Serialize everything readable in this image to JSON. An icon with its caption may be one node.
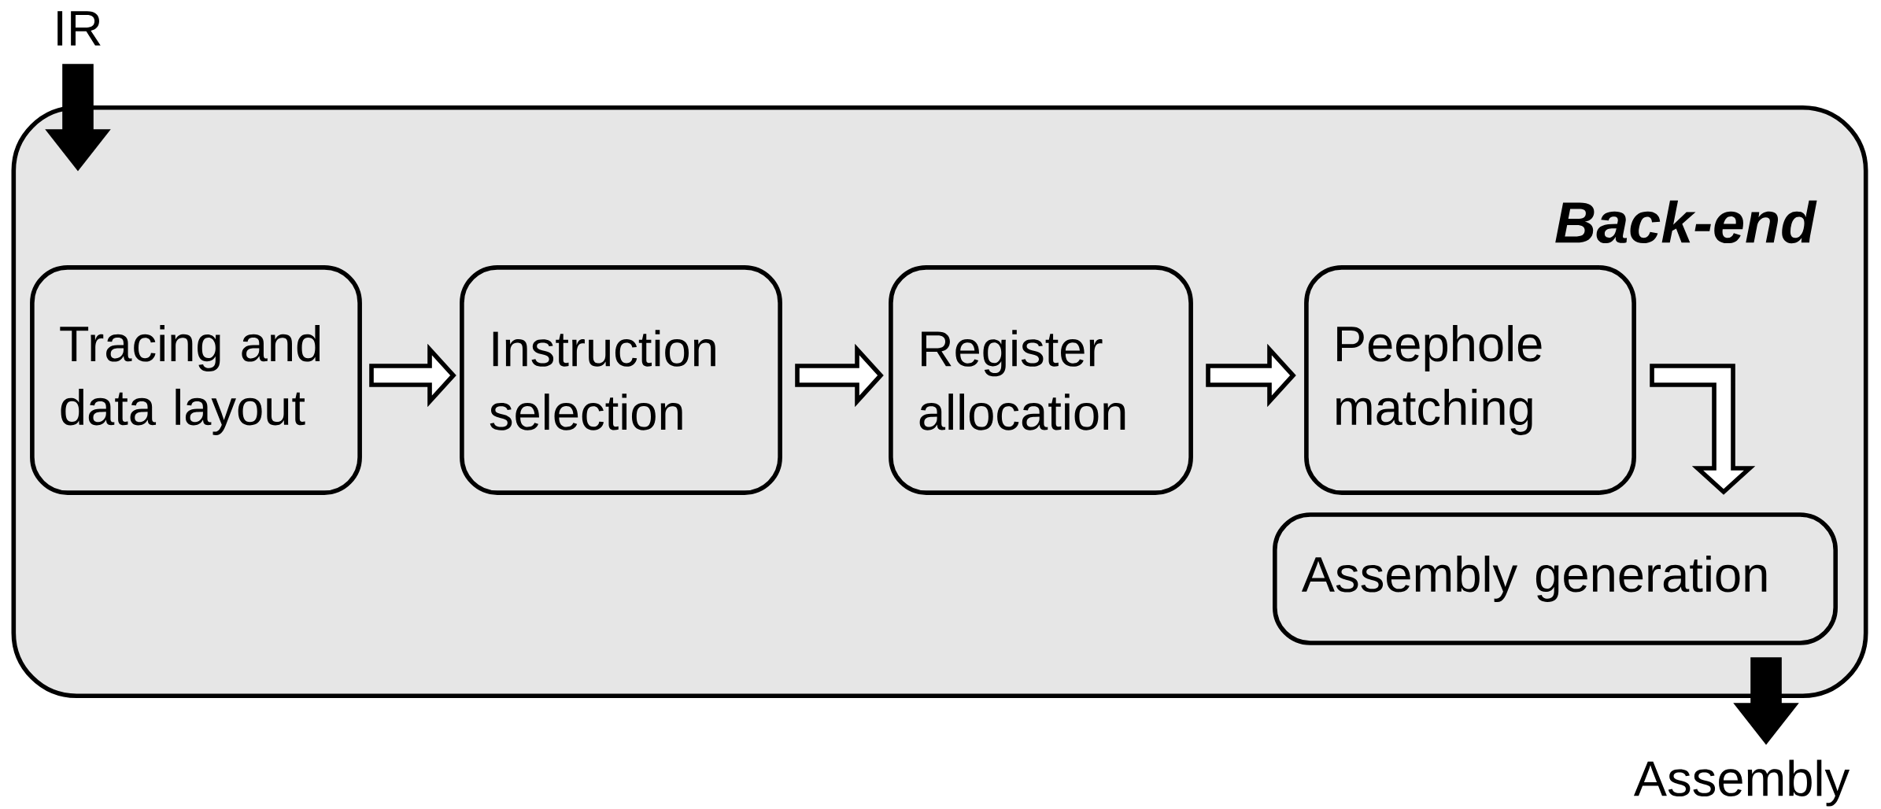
{
  "diagram": {
    "nodes": [
      {
        "text": [
          "IR"
        ]
      },
      {
        "text": [
          "Back-end"
        ]
      },
      {
        "text": [
          "Tracing and data layout"
        ],
        "in": 1
      },
      {
        "text": [
          "Instruction selection"
        ],
        "in": 1
      },
      {
        "text": [
          "Register allocation"
        ],
        "in": 1
      },
      {
        "text": [
          "Peephole matching"
        ],
        "in": 1
      },
      {
        "text": [
          "Assembly generation"
        ],
        "in": 1
      },
      {
        "text": [
          "Assembly"
        ]
      }
    ],
    "edges": [
      {
        "from": 0,
        "to": 1,
        "arrow": "to",
        "style": "thick"
      },
      {
        "from": 2,
        "to": 3,
        "arrow": "to"
      },
      {
        "from": 3,
        "to": 4,
        "arrow": "to"
      },
      {
        "from": 4,
        "to": 5,
        "arrow": "to"
      },
      {
        "from": 5,
        "to": 6,
        "arrow": "to"
      },
      {
        "from": 1,
        "to": 7,
        "arrow": "to",
        "style": "thick"
      }
    ]
  }
}
